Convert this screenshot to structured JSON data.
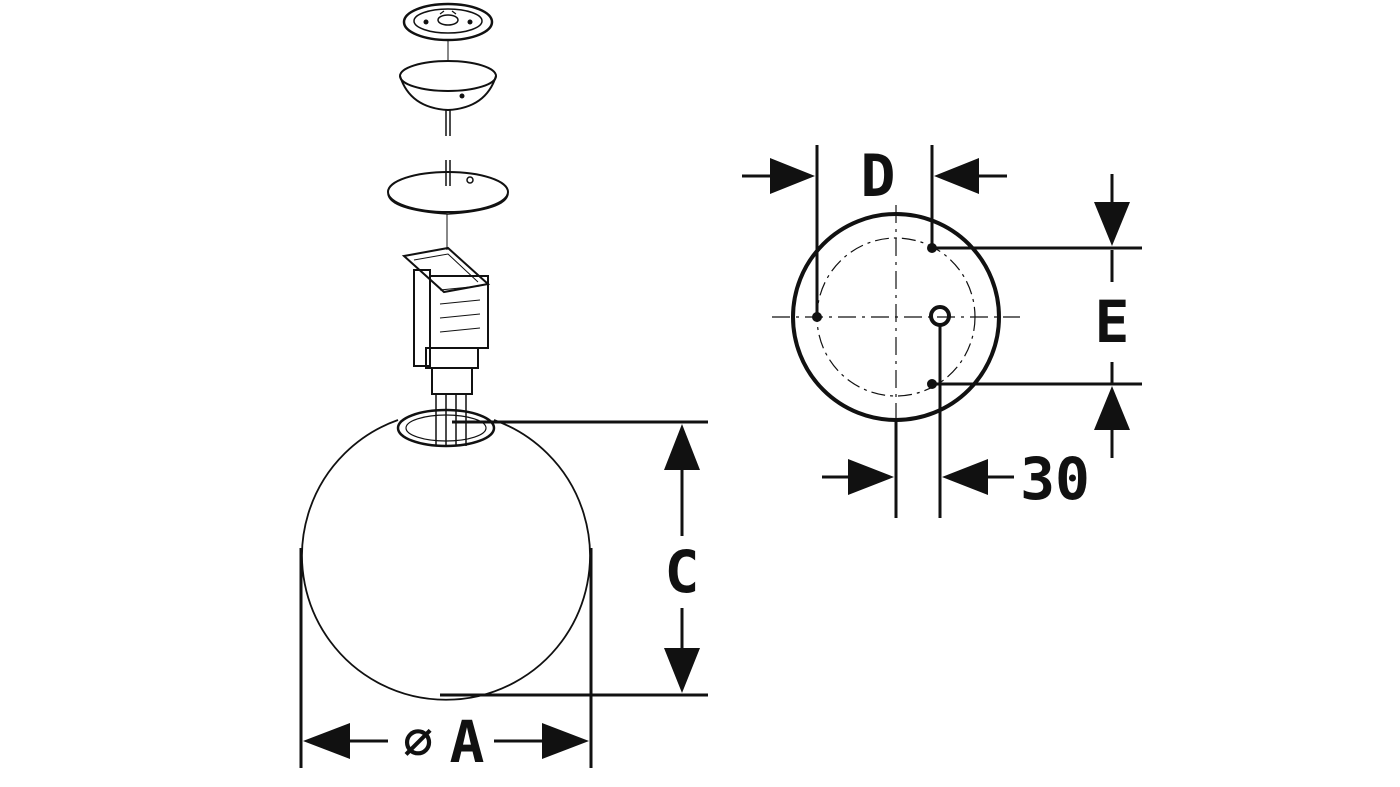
{
  "diagram": {
    "labels": {
      "diameter_symbol": "⌀",
      "A": "A",
      "C": "C",
      "D": "D",
      "E": "E",
      "dim_30": "30"
    }
  }
}
